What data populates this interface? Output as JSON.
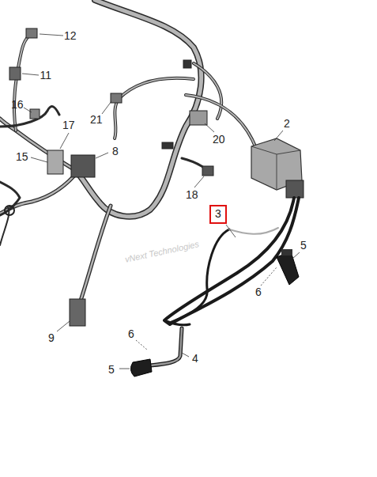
{
  "diagram": {
    "nodes": [
      {
        "text": [
          "3"
        ]
      }
    ],
    "labels": [
      "12",
      "11",
      "16",
      "17",
      "15",
      "8",
      "21",
      "20",
      "2",
      "18",
      "5",
      "6",
      "6",
      "5",
      "4",
      "9",
      "vNext Technologies"
    ]
  }
}
